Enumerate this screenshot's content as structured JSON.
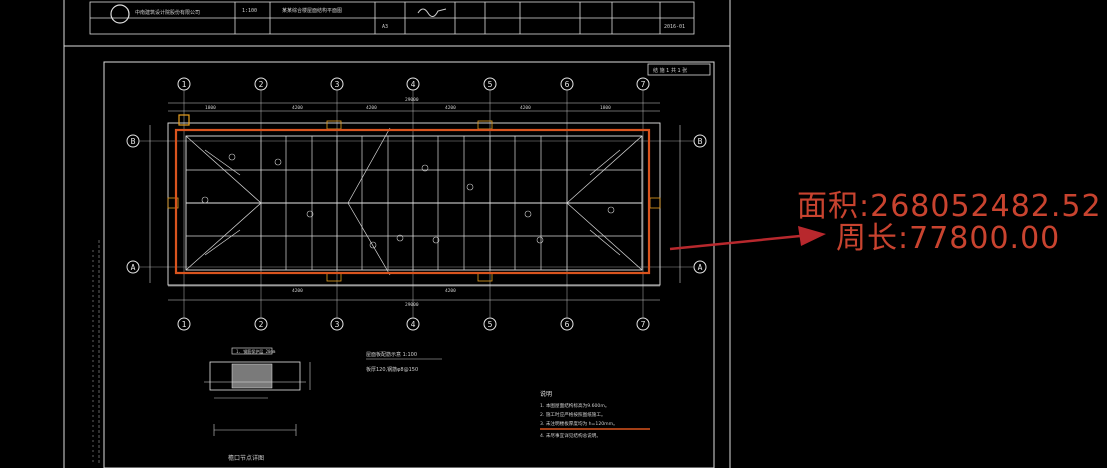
{
  "colors": {
    "background": "#000000",
    "linework": "#e6e6e6",
    "highlight": "#d9541e",
    "annotation": "#c8432f",
    "arrow": "#b8282d",
    "marker": "#e8a020"
  },
  "title_block": {
    "company": "中南建筑设计院股份有限公司",
    "sheet_title": "某某综合楼屋面结构平面图",
    "sheet_scale": "1:100",
    "revision": "A3",
    "drawing_no": "2016-01"
  },
  "sheet_tag": "结 施 1  共 1 张",
  "grid_labels": {
    "columns": [
      "1",
      "2",
      "3",
      "4",
      "5",
      "6",
      "7"
    ],
    "rows": [
      "B",
      "A"
    ]
  },
  "dimensions": {
    "span": "4200",
    "total": "29000",
    "end_span": "1800"
  },
  "drawing_labels": {
    "section_title": "檐口节点详图",
    "section_note": "1. 钢筋保护层 20mm",
    "detail_caption": "屋面板配筋示意 1:100",
    "detail_text": "板厚120,钢筋φ8@150"
  },
  "notes": {
    "heading": "说明",
    "lines": [
      "1. 本图屋面结构标高为9.600m。",
      "2. 施工时应严格按照图纸施工。",
      "3. 未注明楼板厚度均为 h=120mm。",
      "4. 未尽事宜详见结构总说明。"
    ]
  },
  "measurement": {
    "area": "面积:268052482.52",
    "perimeter": "周长:77800.00"
  }
}
